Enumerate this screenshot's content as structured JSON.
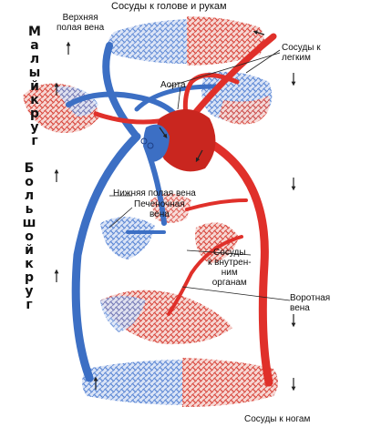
{
  "colors": {
    "arterial": "#e0302a",
    "venous": "#3c6fc4",
    "capillary_red": "#d8443a",
    "capillary_blue": "#5a86d4",
    "arrow": "#222222"
  },
  "labels": {
    "top_title": "Сосуды к голове и рукам",
    "svc": "Верхняя\nполая вена",
    "lungs": "Сосуды к\nлегким",
    "aorta": "Аорта",
    "ivc": "Нижняя полая вена",
    "hepatic": "Печеночная\nвена",
    "organs": "Сосуды\nк внутрен-\nним\nорганам",
    "portal": "Воротная\nвена",
    "legs": "Сосуды к ногам"
  },
  "side_labels": {
    "small_circle": "Малый круг",
    "large_circle": "Большой круг"
  }
}
